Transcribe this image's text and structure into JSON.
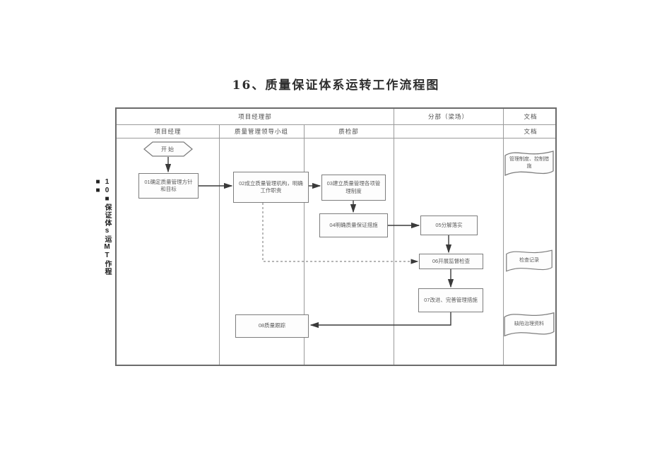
{
  "title": "16、质量保证体系运转工作流程图",
  "side_note": "10■保证体s运MT作程■■",
  "lanes": {
    "group_header": "项目经理部",
    "branch_header": "分部（梁场）",
    "doc_header": "文档",
    "sub_headers": {
      "project_manager": "项目经理",
      "quality_leading_group": "质量管理领导小组",
      "quality_inspection_dept": "质检部",
      "branch": "",
      "docs": "文档"
    }
  },
  "flow": {
    "start_label": "开始",
    "steps": {
      "s01": "01确定质量管理方针和目标",
      "s02": "02成立质量管理机构，明确工作职责",
      "s03": "03建立质量管理各项管理制度",
      "s04": "04明确质量保证措施",
      "s05": "05分解落实",
      "s06": "06开展监督检查",
      "s07": "07改进、完善管理措施",
      "s08": "08质量跟踪"
    }
  },
  "documents": {
    "d1": "管理制度、控制措施",
    "d2": "检查记录",
    "d3": "缺陷治理资料"
  },
  "colors": {
    "border_outer": "#6b6b6b",
    "border_inner": "#9a9a9a",
    "shape_border": "#7d7d7d",
    "arrow": "#3a3a3a",
    "text": "#5c5c5c",
    "background": "#ffffff"
  }
}
